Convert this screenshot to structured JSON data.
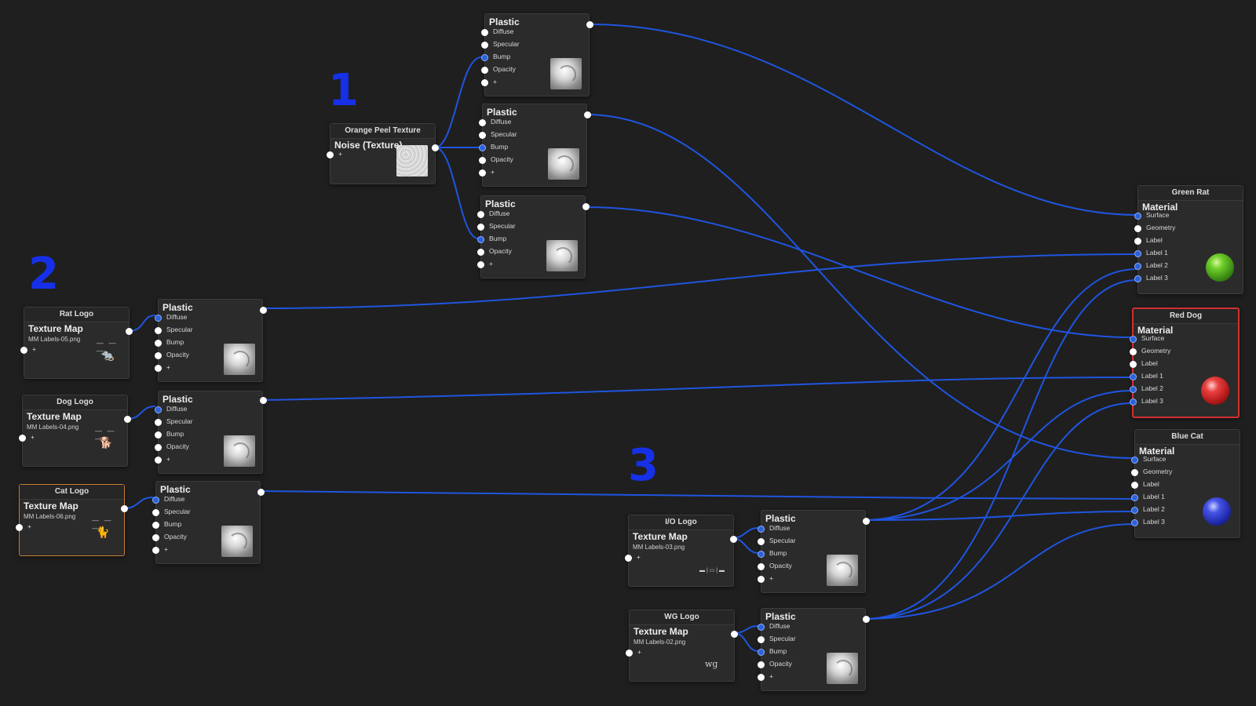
{
  "markers": [
    "1",
    "2",
    "3"
  ],
  "colors": {
    "wire": "#1f55e0",
    "canvas": "#1f1f1f",
    "node": "#2b2b2b"
  },
  "port_labels": [
    "Diffuse",
    "Specular",
    "Bump",
    "Opacity",
    "+"
  ],
  "material_port_labels": [
    "Surface",
    "Geometry",
    "Label",
    "Label 1",
    "Label 2",
    "Label 3"
  ],
  "noise_node": {
    "header": "Orange Peel Texture",
    "title": "Noise (Texture)",
    "plus": "+"
  },
  "plastic_title": "Plastic",
  "texture_nodes": [
    {
      "header": "Rat Logo",
      "title": "Texture Map",
      "file": "MM Labels-05.png",
      "plus": "+",
      "icon": "rat-icon"
    },
    {
      "header": "Dog Logo",
      "title": "Texture Map",
      "file": "MM Labels-04.png",
      "plus": "+",
      "icon": "dog-icon"
    },
    {
      "header": "Cat Logo",
      "title": "Texture Map",
      "file": "MM Labels-06.png",
      "plus": "+",
      "icon": "cat-icon"
    },
    {
      "header": "I/O Logo",
      "title": "Texture Map",
      "file": "MM Labels-03.png",
      "plus": "+",
      "icon": "io-icon",
      "icon_text": "▬ | ▭ | ▬"
    },
    {
      "header": "WG Logo",
      "title": "Texture Map",
      "file": "MM Labels-02.png",
      "plus": "+",
      "icon": "wg-icon",
      "icon_text": "wg"
    }
  ],
  "material_nodes": [
    {
      "header": "Green Rat",
      "title": "Material",
      "sphere_color": "#4fa81e"
    },
    {
      "header": "Red Dog",
      "title": "Material",
      "sphere_color": "#d42424"
    },
    {
      "header": "Blue Cat",
      "title": "Material",
      "sphere_color": "#2a36c8"
    }
  ]
}
